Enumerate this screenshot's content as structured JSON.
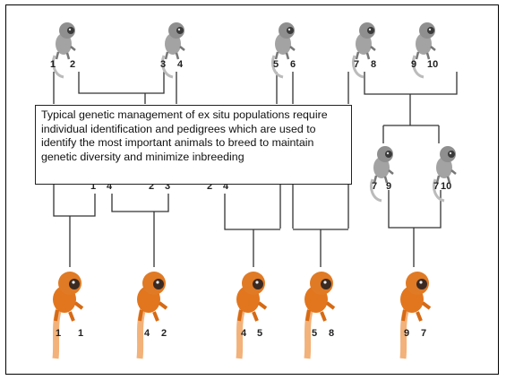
{
  "callout": {
    "text": "Typical genetic management of ex situ populations require individual identification and pedigrees which are used to identify the most important animals to breed to maintain genetic diversity and minimize inbreeding"
  },
  "colors": {
    "grey_tamarin": "#8f8f8f",
    "golden_tamarin": "#e2761e",
    "line": "#333333"
  },
  "top_row_labels": [
    "1",
    "2",
    "3",
    "4",
    "5",
    "6",
    "7",
    "8",
    "9",
    "10"
  ],
  "middle_row_labels": [
    "1",
    "4",
    "2",
    "3",
    "2",
    "4",
    "7",
    "9",
    "7",
    "10"
  ],
  "offspring_labels": [
    [
      "1",
      "1"
    ],
    [
      "4",
      "2"
    ],
    [
      "4",
      "5"
    ],
    [
      "5",
      "8"
    ],
    [
      "9",
      "7"
    ]
  ]
}
